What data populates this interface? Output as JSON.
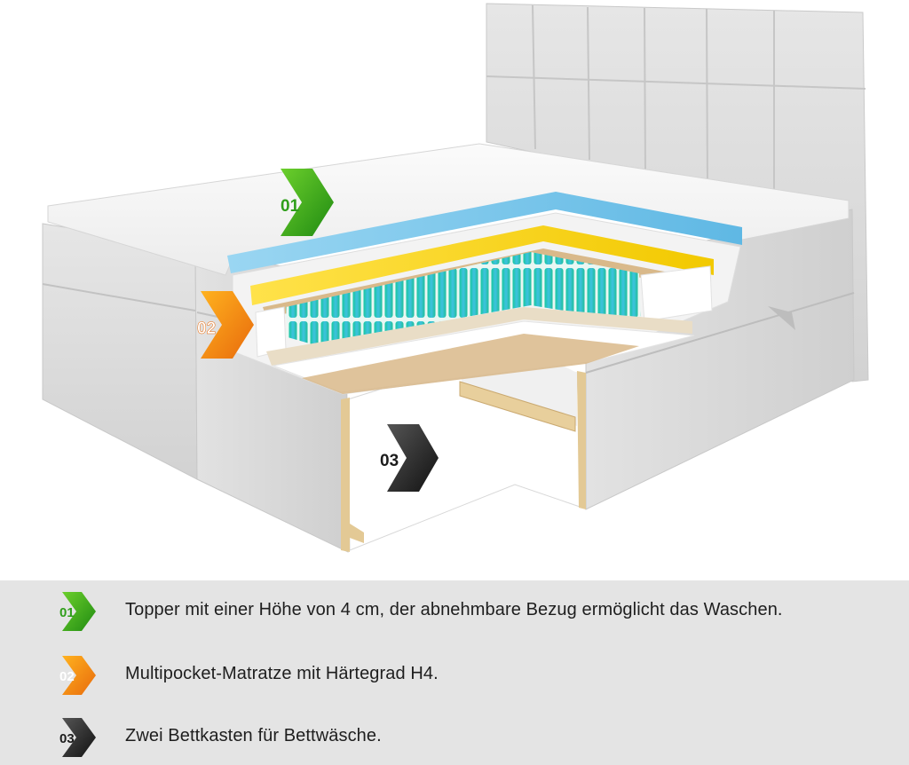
{
  "badges": [
    {
      "number": "01",
      "color": "#2f9e1a",
      "color_light": "#59c02a"
    },
    {
      "number": "02",
      "color": "#f07b10",
      "color_light": "#ffa21a"
    },
    {
      "number": "03",
      "color": "#1c1c1c",
      "color_light": "#4a4a4a"
    }
  ],
  "legend": [
    {
      "text": "Topper mit einer Höhe von 4 cm, der abnehmbare Bezug ermöglicht das Waschen."
    },
    {
      "text": "Multipocket-Matratze mit Härtegrad H4."
    },
    {
      "text": "Zwei Bettkasten für Bettwäsche."
    }
  ],
  "colors": {
    "fabric": "#dcdcdc",
    "topper": "#f4f4f4",
    "foam_blue": "#7cc6ea",
    "foam_yellow": "#f4d41a",
    "spring_teal": "#1fc7a6",
    "spring_cyan": "#3cc0e6",
    "felt": "#d9b98a",
    "wood": "#e3c995",
    "legend_bg": "#e4e4e4"
  }
}
